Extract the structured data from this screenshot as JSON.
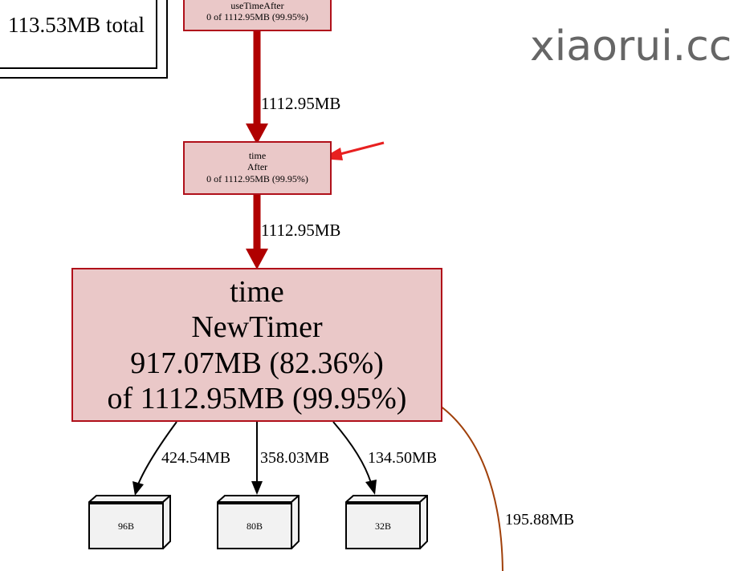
{
  "legend": {
    "text": "113.53MB total"
  },
  "watermark": {
    "text": "xiaorui.cc"
  },
  "nodes": {
    "top": {
      "line1": "useTimeAfter",
      "line2": "0 of 1112.95MB (99.95%)"
    },
    "after": {
      "line1": "time",
      "line2": "After",
      "line3": "0 of 1112.95MB (99.95%)"
    },
    "newtimer": {
      "line1": "time",
      "line2": "NewTimer",
      "line3": "917.07MB (82.36%)",
      "line4": "of 1112.95MB (99.95%)"
    }
  },
  "edges": {
    "top_to_after": "1112.95MB",
    "after_to_newtimer": "1112.95MB",
    "to_96b": "424.54MB",
    "to_80b": "358.03MB",
    "to_32b": "134.50MB",
    "offscreen": "195.88MB"
  },
  "leaves": {
    "b96": "96B",
    "b80": "80B",
    "b32": "32B"
  },
  "colors": {
    "node_fill": "#eac8c8",
    "node_border": "#b0101a",
    "heavy_edge": "#b00000",
    "annotation_arrow": "#e82020",
    "offscreen_edge": "#a0400a"
  }
}
